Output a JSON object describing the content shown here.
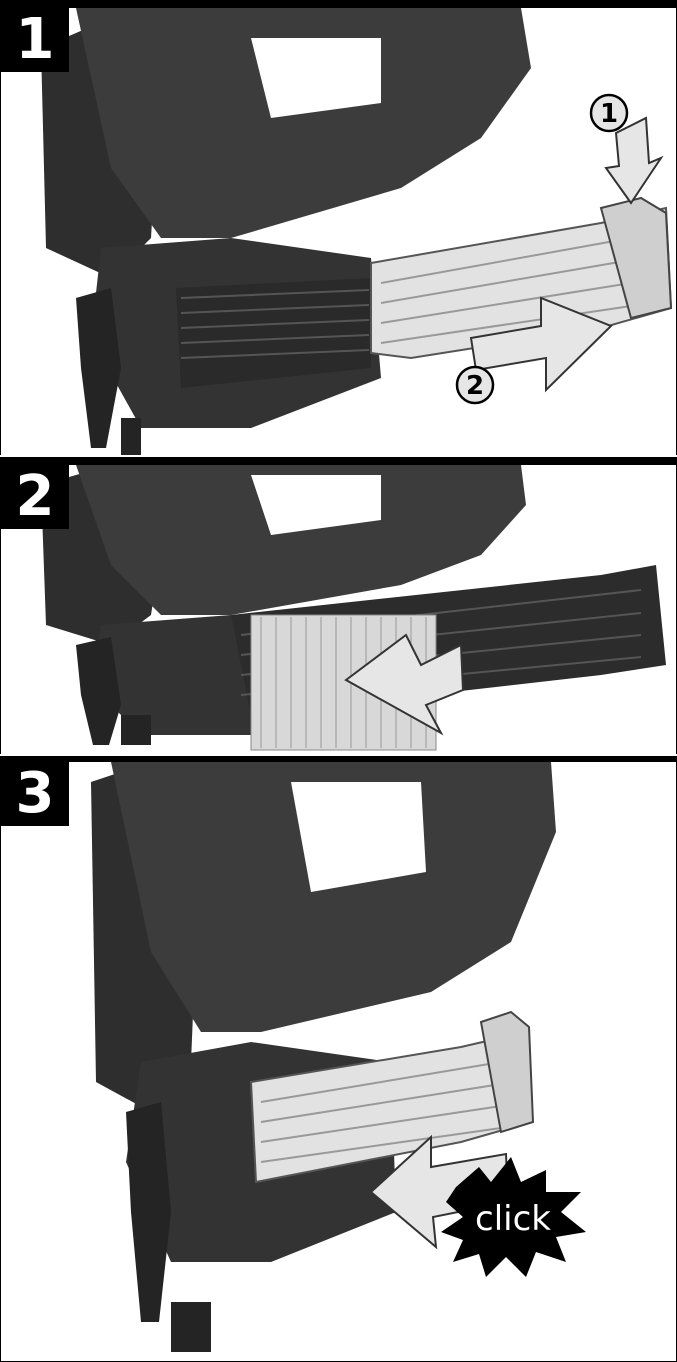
{
  "steps": [
    {
      "number": "1",
      "callouts": [
        "1",
        "2"
      ]
    },
    {
      "number": "2"
    },
    {
      "number": "3",
      "click_label": "click"
    }
  ],
  "icons": {
    "panel1": [
      "nailer-icon",
      "magazine-latch-icon",
      "arrow-down-icon",
      "arrow-right-icon"
    ],
    "panel2": [
      "nailer-icon",
      "nail-strip-icon",
      "arrow-insert-icon"
    ],
    "panel3": [
      "nailer-icon",
      "arrow-left-icon",
      "burst-icon"
    ]
  },
  "colors": {
    "tool_body": "#3a3a3a",
    "tool_dark": "#242424",
    "magazine": "#dcdcdc",
    "arrow_fill": "#e6e6e6",
    "badge": "#000000"
  }
}
